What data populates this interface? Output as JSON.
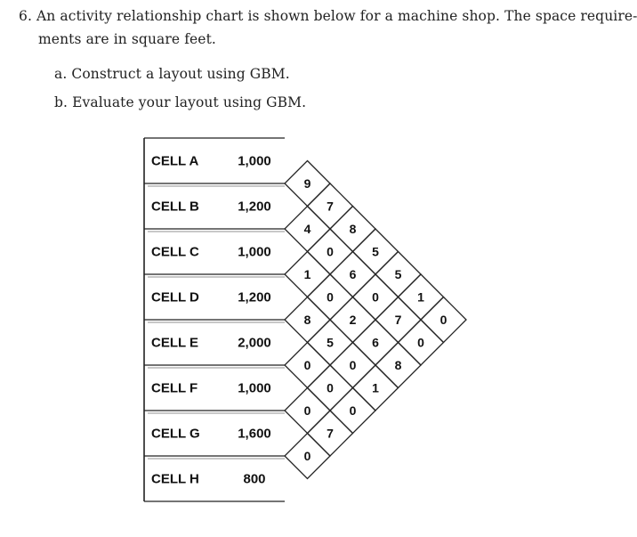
{
  "problem": {
    "line1": "6. An activity relationship chart is shown below for a machine shop. The space require-",
    "line2": "ments are in square feet.",
    "part_a": "a. Construct a layout using GBM.",
    "part_b": "b. Evaluate your layout using GBM."
  },
  "cells": [
    {
      "name": "CELL A",
      "area": "1,000"
    },
    {
      "name": "CELL B",
      "area": "1,200"
    },
    {
      "name": "CELL C",
      "area": "1,000"
    },
    {
      "name": "CELL D",
      "area": "1,200"
    },
    {
      "name": "CELL E",
      "area": "2,000"
    },
    {
      "name": "CELL F",
      "area": "1,000"
    },
    {
      "name": "CELL G",
      "area": "1,600"
    },
    {
      "name": "CELL H",
      "area": "800"
    }
  ],
  "relationships": [
    {
      "pair": "A-B",
      "value": "9"
    },
    {
      "pair": "A-C",
      "value": "7"
    },
    {
      "pair": "A-D",
      "value": "8"
    },
    {
      "pair": "A-E",
      "value": "5"
    },
    {
      "pair": "A-F",
      "value": "5"
    },
    {
      "pair": "A-G",
      "value": "1"
    },
    {
      "pair": "A-H",
      "value": "0"
    },
    {
      "pair": "B-C",
      "value": "4"
    },
    {
      "pair": "B-D",
      "value": "0"
    },
    {
      "pair": "B-E",
      "value": "6"
    },
    {
      "pair": "B-F",
      "value": "0"
    },
    {
      "pair": "B-G",
      "value": "7"
    },
    {
      "pair": "B-H",
      "value": "0"
    },
    {
      "pair": "C-D",
      "value": "1"
    },
    {
      "pair": "C-E",
      "value": "0"
    },
    {
      "pair": "C-F",
      "value": "2"
    },
    {
      "pair": "C-G",
      "value": "6"
    },
    {
      "pair": "C-H",
      "value": "8"
    },
    {
      "pair": "D-E",
      "value": "8"
    },
    {
      "pair": "D-F",
      "value": "5"
    },
    {
      "pair": "D-G",
      "value": "0"
    },
    {
      "pair": "D-H",
      "value": "1"
    },
    {
      "pair": "E-F",
      "value": "0"
    },
    {
      "pair": "E-G",
      "value": "0"
    },
    {
      "pair": "E-H",
      "value": "0"
    },
    {
      "pair": "F-G",
      "value": "0"
    },
    {
      "pair": "F-H",
      "value": "7"
    },
    {
      "pair": "G-H",
      "value": "0"
    }
  ]
}
